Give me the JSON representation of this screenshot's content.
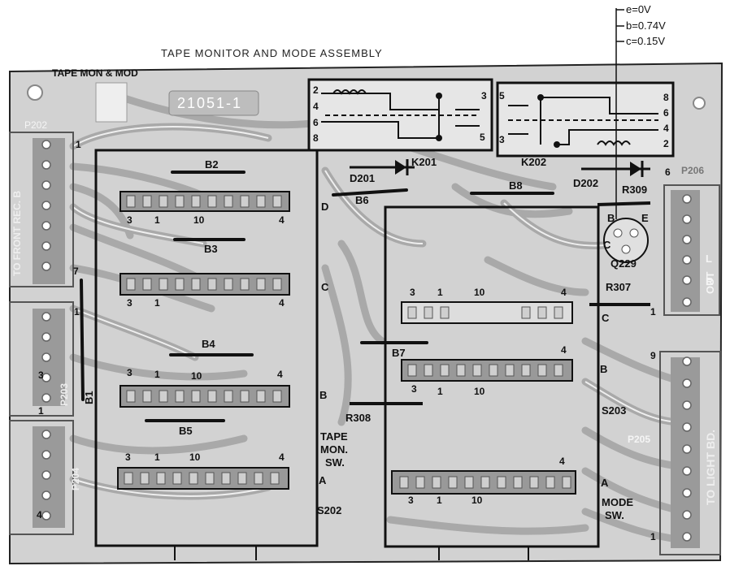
{
  "voltage_notes": [
    "e=0V",
    "b=0.74V",
    "c=0.15V"
  ],
  "title": "TAPE MONITOR AND MODE ASSEMBLY",
  "board_label": "TAPE MON & MOD",
  "part_number": "21051-1",
  "connectors": {
    "p202": "P202",
    "p202_desc": "TO FRONT REC. B",
    "p203": "P203",
    "p204": "P204",
    "p205": "P205",
    "p206": "P206",
    "p206_desc": "OUT",
    "p206_r": "R",
    "p206_l": "L",
    "light_desc": "TO LIGHT BD."
  },
  "relays": {
    "k201": "K201",
    "k202": "K202"
  },
  "diodes": {
    "d201": "D201",
    "d202": "D202"
  },
  "jumpers": {
    "b1": "B1",
    "b2": "B2",
    "b3": "B3",
    "b4": "B4",
    "b5": "B5",
    "b6": "B6",
    "b7": "B7",
    "b8": "B8"
  },
  "resistors": {
    "r307": "R307",
    "r308": "R308",
    "r309": "R309"
  },
  "transistor": {
    "name": "Q229",
    "b": "B",
    "e": "E",
    "c": "C"
  },
  "switches": {
    "s202": "S202",
    "s202_desc": [
      "TAPE",
      "MON.",
      "SW."
    ],
    "s203": "S203",
    "s203_desc": [
      "MODE",
      "SW."
    ]
  },
  "row_letters": {
    "a": "A",
    "b": "B",
    "c": "C",
    "d": "D"
  },
  "pins": {
    "p1": "1",
    "p3": "3",
    "p4": "4",
    "p10": "10",
    "p6": "6",
    "p7": "7",
    "p9": "9",
    "p2": "2",
    "p5": "5",
    "p8": "8"
  }
}
